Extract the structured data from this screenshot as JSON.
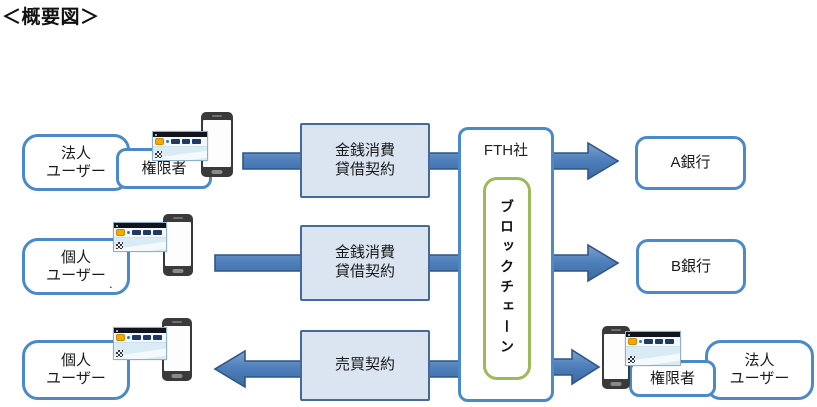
{
  "title": "＜概要図＞",
  "hub": {
    "company": "FTH社",
    "blockchain": "ブロックチェーン"
  },
  "row1": {
    "user_line1": "法人",
    "user_line2": "ユーザー",
    "authorized": "権限者",
    "contract_line1": "金銭消費",
    "contract_line2": "貸借契約",
    "bank": "A銀行"
  },
  "row2": {
    "user_line1": "個人",
    "user_line2": "ユーザー",
    "contract_line1": "金銭消費",
    "contract_line2": "貸借契約",
    "bank": "B銀行",
    "stray_mark": "."
  },
  "row3": {
    "user_line1": "個人",
    "user_line2": "ユーザー",
    "contract": "売買契約",
    "authorized": "権限者",
    "corp_line1": "法人",
    "corp_line2": "ユーザー"
  },
  "icons": {
    "browser": "browser-window-icon",
    "phone": "smartphone-icon"
  },
  "colors": {
    "user_box_border": "#4a8ac9",
    "contract_box_fill": "#dbe5f1",
    "contract_box_border": "#47689a",
    "hub_border": "#4a8ac9",
    "blockchain_border": "#9bbb59",
    "arrow_fill": "#4f81bd",
    "arrow_border": "#2f5688"
  }
}
